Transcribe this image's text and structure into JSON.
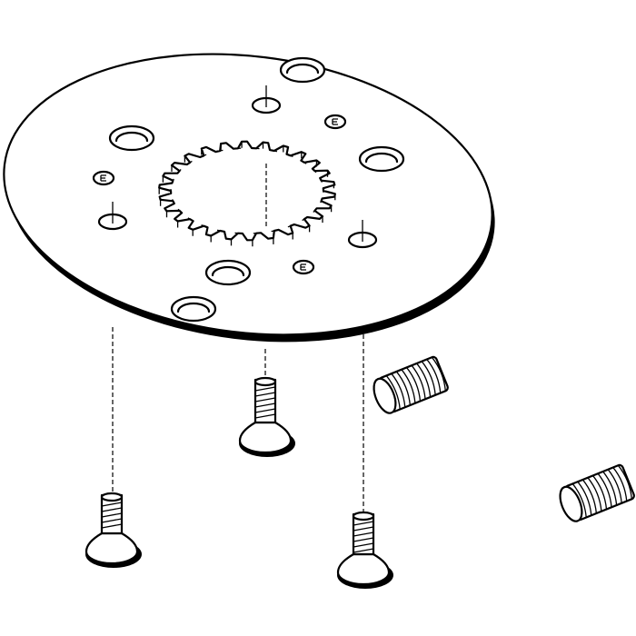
{
  "drawing": {
    "type": "exploded-view technical line drawing",
    "parts": [
      "adapter-plate",
      "countersunk-screw",
      "countersunk-screw",
      "countersunk-screw",
      "set-screw",
      "set-screw"
    ],
    "colors": {
      "line": "#000000",
      "background": "#ffffff"
    }
  }
}
